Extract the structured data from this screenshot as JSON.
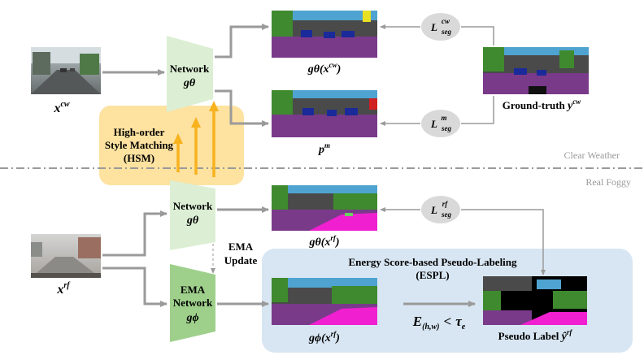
{
  "colors": {
    "network_light": "#dcefd4",
    "network_dark": "#9ed08b",
    "hsm_fill": "#fde2a0",
    "espl_fill": "#d8e6f3",
    "arrow_gray": "#9a9a9a",
    "arrow_orange": "#f7b21e",
    "seg_road": "#7a3a8a",
    "seg_sky": "#4fa3d0",
    "seg_building": "#4a4a4a",
    "seg_vegetation": "#3f8a2e",
    "seg_car": "#1a2a9a",
    "seg_sidewalk": "#f020d0",
    "seg_sign": "#e8e020"
  },
  "images": {
    "x_cw": "clear-weather street photo",
    "x_rf": "foggy street photo",
    "ground_truth": "segmentation label map",
    "pseudo_label": "partial segmentation label map"
  },
  "labels": {
    "x_cw": {
      "base": "x",
      "sup": "cw"
    },
    "x_rf": {
      "base": "x",
      "sup": "rf"
    },
    "g_x_cw": "gθ(x",
    "g_x_cw_sup": "cw",
    "g_x_cw_end": ")",
    "p_m": {
      "base": "p",
      "sup": "m"
    },
    "g_x_rf": "gθ(x",
    "g_x_rf_sup": "rf",
    "g_x_rf_end": ")",
    "gphi_x_rf": "gϕ(x",
    "gphi_x_rf_sup": "rf",
    "gphi_x_rf_end": ")",
    "ground_truth_text": "Ground-truth",
    "ground_truth_sym": {
      "base": "y",
      "sup": "cw"
    },
    "pseudo_label_text": "Pseudo Label",
    "pseudo_label_sym": {
      "base": "ŷ",
      "sup": "rf"
    }
  },
  "network_top": {
    "line1": "Network",
    "line2": "gθ"
  },
  "network_mid": {
    "line1": "Network",
    "line2": "gθ"
  },
  "network_ema": {
    "line1": "EMA",
    "line2": "Network",
    "line3": "gϕ"
  },
  "hsm": {
    "line1": "High-order",
    "line2": "Style Matching",
    "line3": "(HSM)"
  },
  "ema_update": {
    "line1": "EMA",
    "line2": "Update"
  },
  "espl": {
    "line1": "Energy Score-based Pseudo-Labeling",
    "line2": "(ESPL)"
  },
  "losses": {
    "cw": {
      "base": "L",
      "sup": "cw",
      "sub": "seg"
    },
    "m": {
      "base": "L",
      "sup": "m",
      "sub": "seg"
    },
    "rf": {
      "base": "L",
      "sup": "rf",
      "sub": "seg"
    }
  },
  "energy": {
    "lhs": "E",
    "sub": "(h,w)",
    "op": "<",
    "rhs": "τ",
    "rhs_sub": "e"
  },
  "domains": {
    "clear": "Clear Weather",
    "foggy": "Real Foggy"
  }
}
